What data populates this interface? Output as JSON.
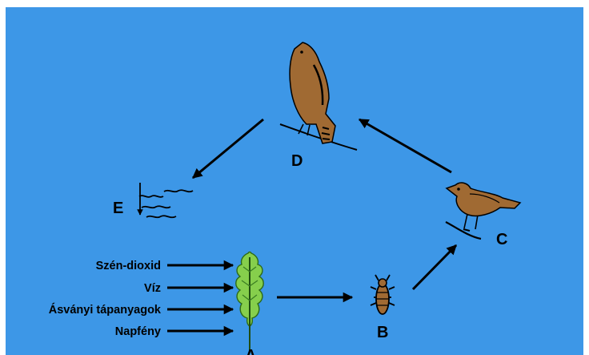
{
  "colors": {
    "background": "#3d97e7",
    "page": "#ffffff",
    "arrow": "#000000",
    "bird_fill": "#a06a33",
    "leaf_fill": "#86cf4c"
  },
  "nodes": {
    "A": {
      "label": "A",
      "depicts": "leaf-icon"
    },
    "B": {
      "label": "B",
      "depicts": "insect-icon"
    },
    "C": {
      "label": "C",
      "depicts": "small-bird-icon"
    },
    "D": {
      "label": "D",
      "depicts": "bird-of-prey-icon"
    },
    "E": {
      "label": "E",
      "depicts": "heat-waves-icon"
    }
  },
  "inputs": [
    {
      "label": "Szén-dioxid"
    },
    {
      "label": "Víz"
    },
    {
      "label": "Ásványi tápanyagok"
    },
    {
      "label": "Napfény"
    }
  ],
  "edges": [
    {
      "from": "A",
      "to": "B"
    },
    {
      "from": "B",
      "to": "C"
    },
    {
      "from": "C",
      "to": "D"
    },
    {
      "from": "D",
      "to": "E"
    }
  ]
}
